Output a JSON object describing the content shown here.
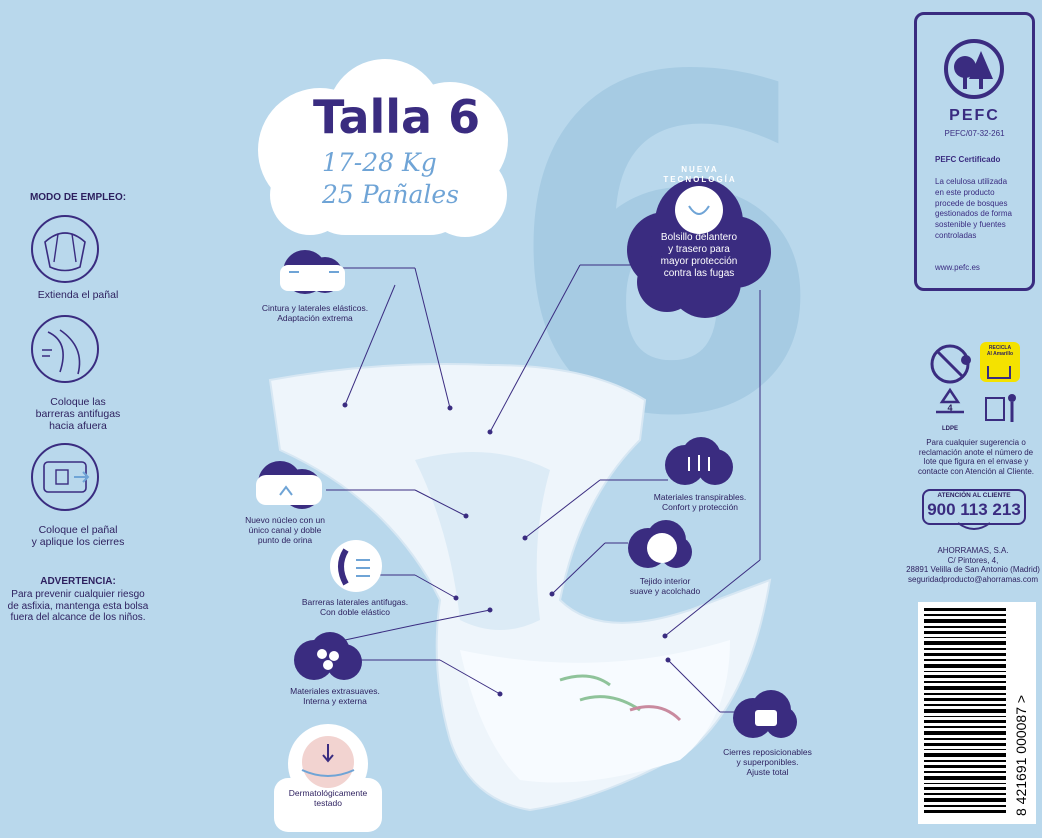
{
  "size": {
    "title": "Talla 6",
    "weight": "17-28 Kg",
    "count": "25 Pañales",
    "watermark": "6"
  },
  "instructions": {
    "heading": "MODO DE EMPLEO:",
    "steps": [
      "Extienda el pañal",
      "Coloque las\nbarreras antifugas\nhacia afuera",
      "Coloque el pañal\ny aplique los cierres"
    ],
    "warning_title": "ADVERTENCIA:",
    "warning_text": "Para prevenir cualquier riesgo\nde asfixia, mantenga esta bolsa\nfuera del alcance de los niños."
  },
  "features": {
    "waist": "Cintura y laterales elásticos.\nAdaptación extrema",
    "core": "Nuevo núcleo con un\núnico canal y doble\npunto de orina",
    "barriers": "Barreras laterales antifugas.\nCon doble elástico",
    "soft": "Materiales extrasuaves.\nInterna y externa",
    "derma": "Dermatológicamente\ntestado",
    "pocket": "Bolsillo delantero\ny trasero para\nmayor protección\ncontra las fugas",
    "badge": "NUEVA TECNOLOGÍA",
    "breathable": "Materiales transpirables.\nConfort y protección",
    "fabric": "Tejido interior\nsuave y acolchado",
    "closures": "Cierres reposicionables\ny superponibles.\nAjuste total"
  },
  "pefc": {
    "logo": "PEFC",
    "code": "PEFC/07-32-261",
    "certified": "PEFC Certificado",
    "text": "La celulosa utilizada\nen este producto\nprocede de bosques\ngestionados de forma\nsostenible y fuentes\ncontroladas",
    "url": "www.pefc.es"
  },
  "recycle": {
    "badge": "RECICLA\nAl Amarillo",
    "ldpe": "LDPE",
    "ldpe_num": "4"
  },
  "contact": {
    "note": "Para cualquier sugerencia o\nreclamación anote el número de\nlote que figura en el envase y\ncontacte con Atención al Cliente.",
    "label": "ATENCIÓN AL CLIENTE",
    "phone": "900 113 213",
    "company": "AHORRAMAS, S.A.\nC/ Pintores, 4,\n28891 Velilla de San Antonio (Madrid)\nseguridadproducto@ahorramas.com"
  },
  "barcode": {
    "digits": "8 421691 000087 >"
  },
  "colors": {
    "background": "#b9d8ec",
    "purple": "#3a2c80",
    "light_blue": "#6fa4d6"
  }
}
